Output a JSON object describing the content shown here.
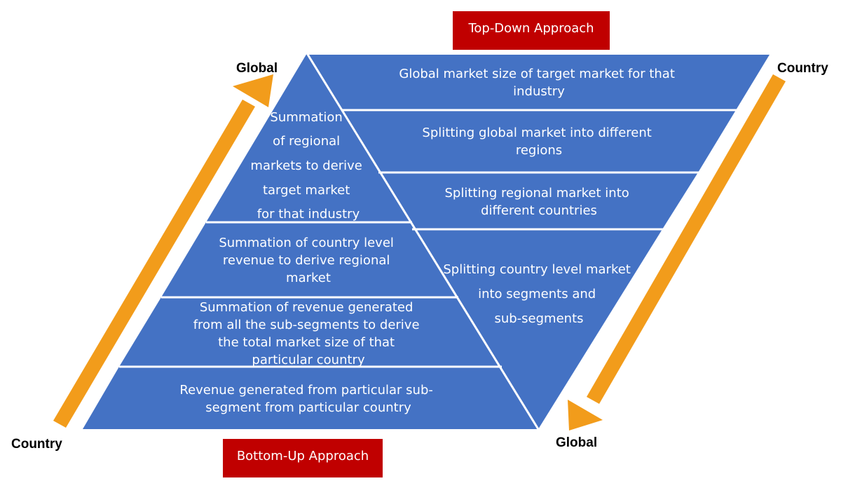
{
  "top_down": {
    "title": "Top-Down Approach",
    "start_label": "Country",
    "end_label": "Global",
    "steps": [
      {
        "lines": [
          "Global market size of target market for that",
          "industry"
        ]
      },
      {
        "lines": [
          "Splitting global market into different",
          "regions"
        ]
      },
      {
        "lines": [
          "Splitting regional market into",
          "different countries"
        ]
      },
      {
        "lines": [
          "Splitting country level market",
          "into segments and",
          "sub-segments"
        ]
      }
    ]
  },
  "bottom_up": {
    "title": "Bottom-Up Approach",
    "start_label": "Country",
    "end_label": "Global",
    "steps": [
      {
        "lines": [
          "Summation",
          "of regional",
          "markets to derive",
          "target market",
          "for that industry"
        ]
      },
      {
        "lines": [
          "Summation of country level",
          "revenue to derive regional",
          "market"
        ]
      },
      {
        "lines": [
          "Summation of revenue generated",
          "from all the sub-segments to derive",
          "the total market size of that",
          "particular country"
        ]
      },
      {
        "lines": [
          "Revenue generated from particular sub-",
          "segment from particular country"
        ]
      }
    ]
  },
  "colors": {
    "band": "#4472C4",
    "approach_box": "#C00000",
    "arrow": "#F29C1B"
  },
  "icons": {
    "up_arrow": "arrow-up-right-icon",
    "down_arrow": "arrow-down-left-icon"
  }
}
